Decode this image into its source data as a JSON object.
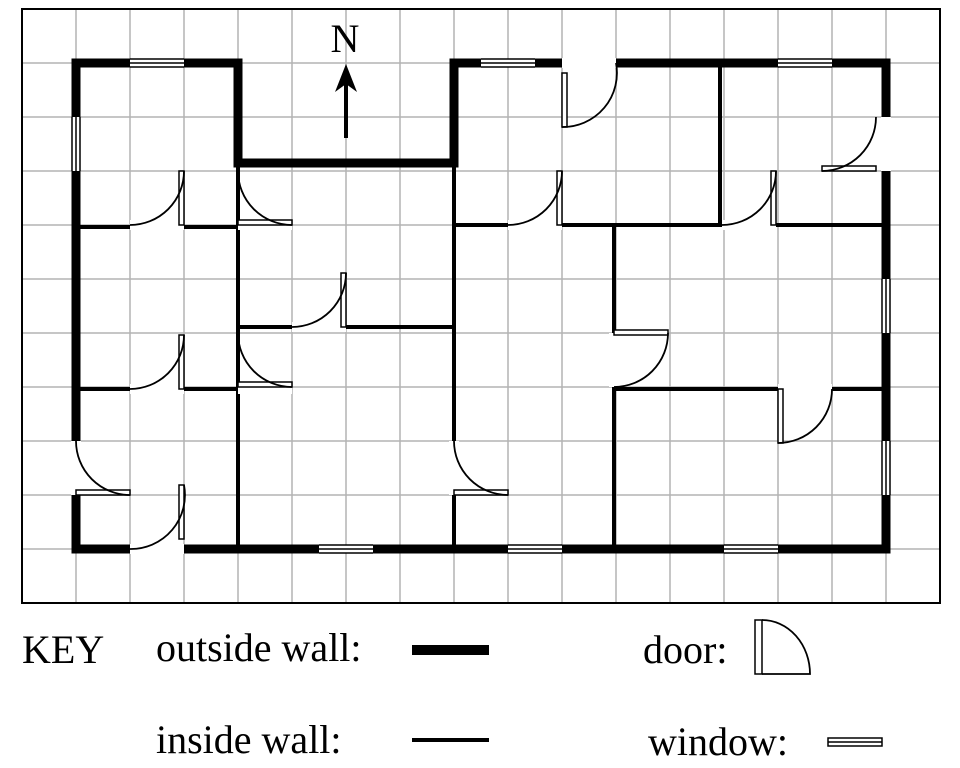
{
  "compass": {
    "label": "N"
  },
  "key": {
    "title": "KEY",
    "outside_wall": "outside wall:",
    "inside_wall": "inside wall:",
    "door": "door:",
    "window": "window:"
  },
  "colors": {
    "wall": "#000000",
    "grid": "#b3b3b3",
    "background": "#ffffff"
  },
  "icons": [
    "north-arrow-icon",
    "door-icon",
    "window-icon"
  ]
}
